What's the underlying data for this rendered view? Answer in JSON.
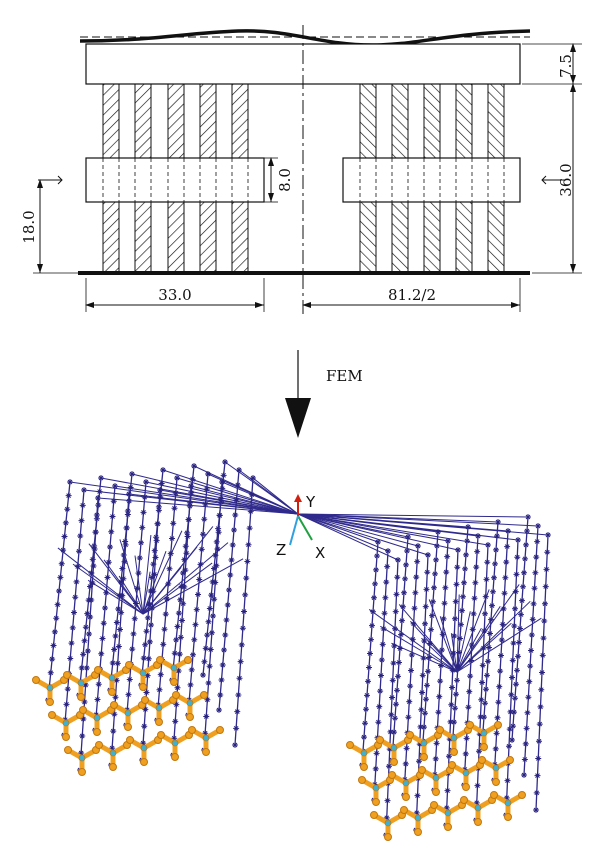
{
  "dimensions": {
    "top_plate_thickness": "7.5",
    "total_height": "36.0",
    "middle_plate_thickness": "8.0",
    "mid_plate_elevation": "18.0",
    "left_width": "33.0",
    "right_half_span": "81.2/2"
  },
  "transition_label": "FEM",
  "axis_labels": {
    "y": "Y",
    "z": "Z",
    "x": "X"
  },
  "colors": {
    "line": "#111111",
    "fem_mesh": "#2f2a8c",
    "fem_node": "#2a2480",
    "support_orange": "#f0a020",
    "support_edge": "#c07810",
    "axis_y": "#d02010",
    "axis_x": "#20a040",
    "axis_z": "#30a0e0"
  }
}
